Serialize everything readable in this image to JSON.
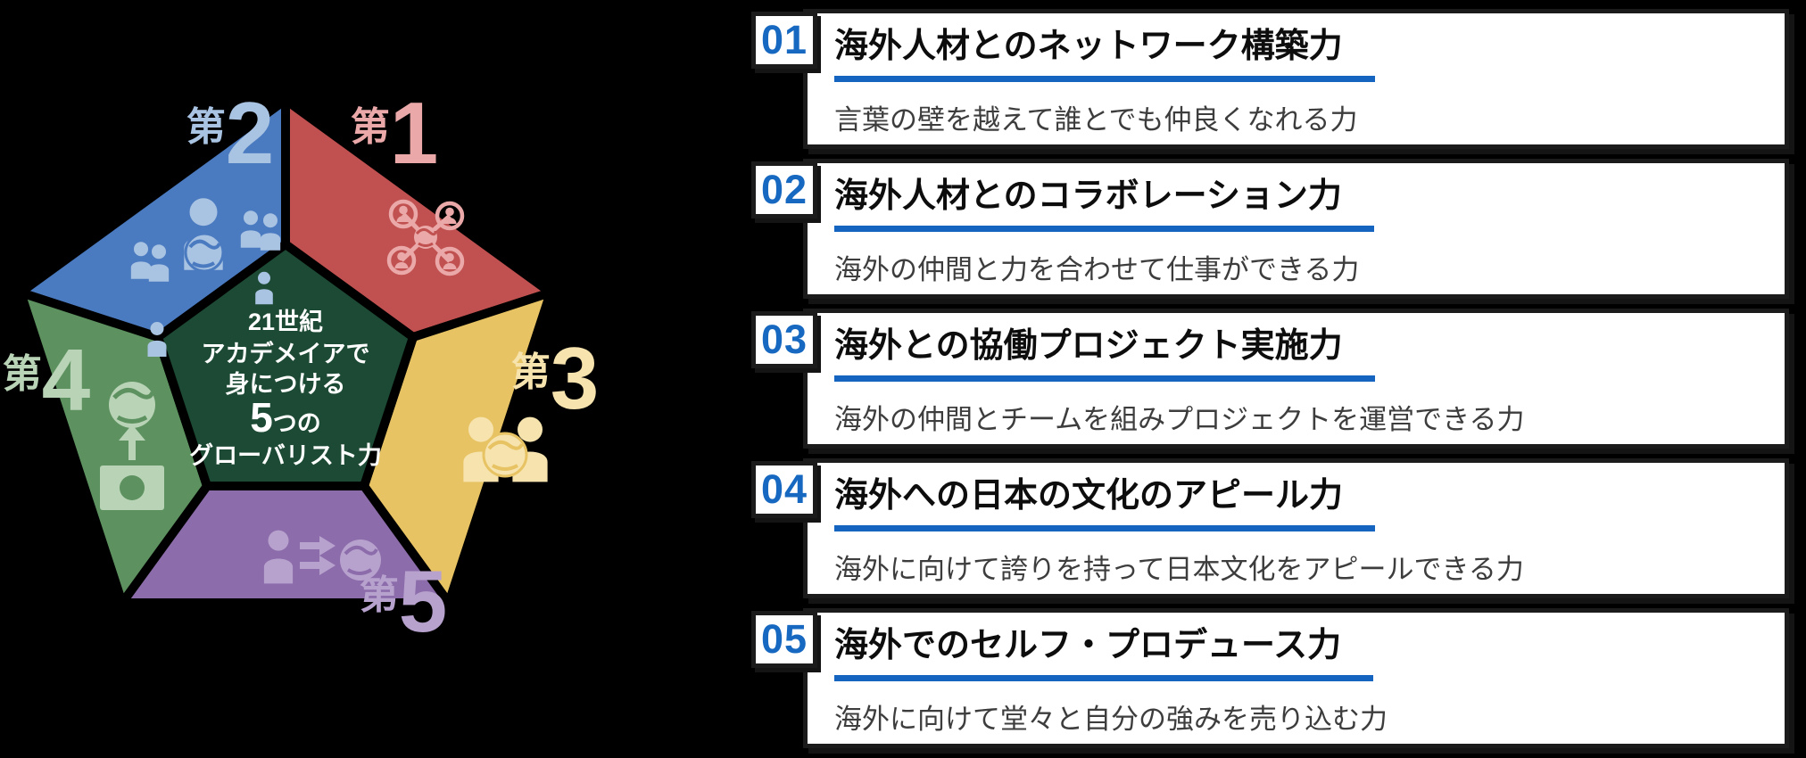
{
  "page": {
    "background": "#000000"
  },
  "diagram": {
    "center_pentagon": {
      "color": "#1d4a34",
      "line1": "21世紀",
      "line2": "アカデメイアで",
      "line3": "身につける",
      "line4_big": "5",
      "line4_rest": "つの",
      "line5": "グローバリスト力"
    },
    "segments": [
      {
        "prefix": "第",
        "number": "1",
        "color": "#c05150",
        "tint": "#eaa9a8",
        "icon": "network-people-globe-icon"
      },
      {
        "prefix": "第",
        "number": "2",
        "color": "#4a7ac0",
        "tint": "#a9c3e2",
        "icon": "people-group-globe-icon"
      },
      {
        "prefix": "第",
        "number": "3",
        "color": "#e7c363",
        "tint": "#f6e3ae",
        "icon": "two-people-globe-icon"
      },
      {
        "prefix": "第",
        "number": "4",
        "color": "#5d9260",
        "tint": "#b8d3b5",
        "icon": "japan-flag-globe-icon"
      },
      {
        "prefix": "第",
        "number": "5",
        "color": "#8c6caa",
        "tint": "#b7a2ce",
        "icon": "person-to-globe-icon"
      }
    ]
  },
  "cards": [
    {
      "number": "01",
      "title": "海外人材とのネットワーク構築力",
      "description": "言葉の壁を越えて誰とでも仲良くなれる力"
    },
    {
      "number": "02",
      "title": "海外人材とのコラボレーション力",
      "description": "海外の仲間と力を合わせて仕事ができる力"
    },
    {
      "number": "03",
      "title": "海外との協働プロジェクト実施力",
      "description": "海外の仲間とチームを組みプロジェクトを運営できる力"
    },
    {
      "number": "04",
      "title": "海外への日本の文化のアピール力",
      "description": "海外に向けて誇りを持って日本文化をアピールできる力"
    },
    {
      "number": "05",
      "title": "海外でのセルフ・プロデュース力",
      "description": "海外に向けて堂々と自分の強みを売り込む力"
    }
  ],
  "accent": {
    "number_color": "#1668c0",
    "underline_color": "#1565c0",
    "card_border": "#1b1b1b",
    "title_color": "#0d0d0d",
    "description_color": "#3d3d3d"
  }
}
